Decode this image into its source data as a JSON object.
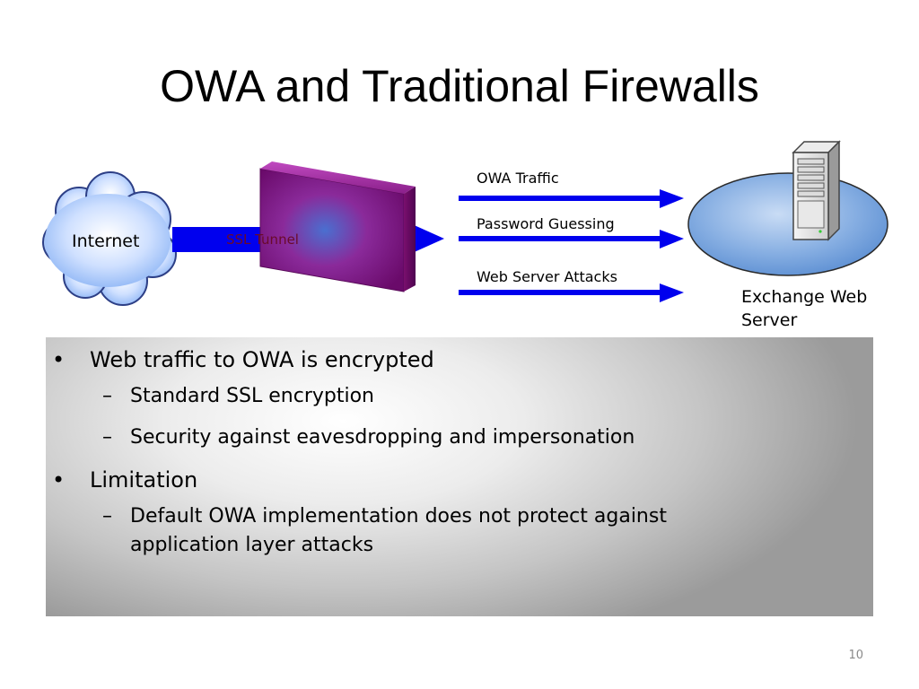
{
  "slide": {
    "title": "OWA and Traditional Firewalls",
    "number": "10"
  },
  "diagram": {
    "internet_label": "Internet",
    "tunnel_label": "SSL Tunnel",
    "flows": [
      "OWA Traffic",
      "Password Guessing",
      "Web Server Attacks"
    ],
    "server_label": "Exchange Web Server",
    "colors": {
      "arrow": "#0000ee",
      "cloud": "#9fc3ff",
      "firewall": "#7a0f7a",
      "server_ellipse": "#5b8ed2"
    }
  },
  "content": {
    "bullets": [
      {
        "text": "Web traffic to OWA is encrypted",
        "sub": [
          "Standard SSL encryption",
          "Security against eavesdropping and impersonation"
        ]
      },
      {
        "text": "Limitation",
        "sub": [
          "Default OWA implementation does not protect against application layer attacks"
        ]
      }
    ],
    "bullet_glyph": "•",
    "sub_glyph": "–"
  }
}
